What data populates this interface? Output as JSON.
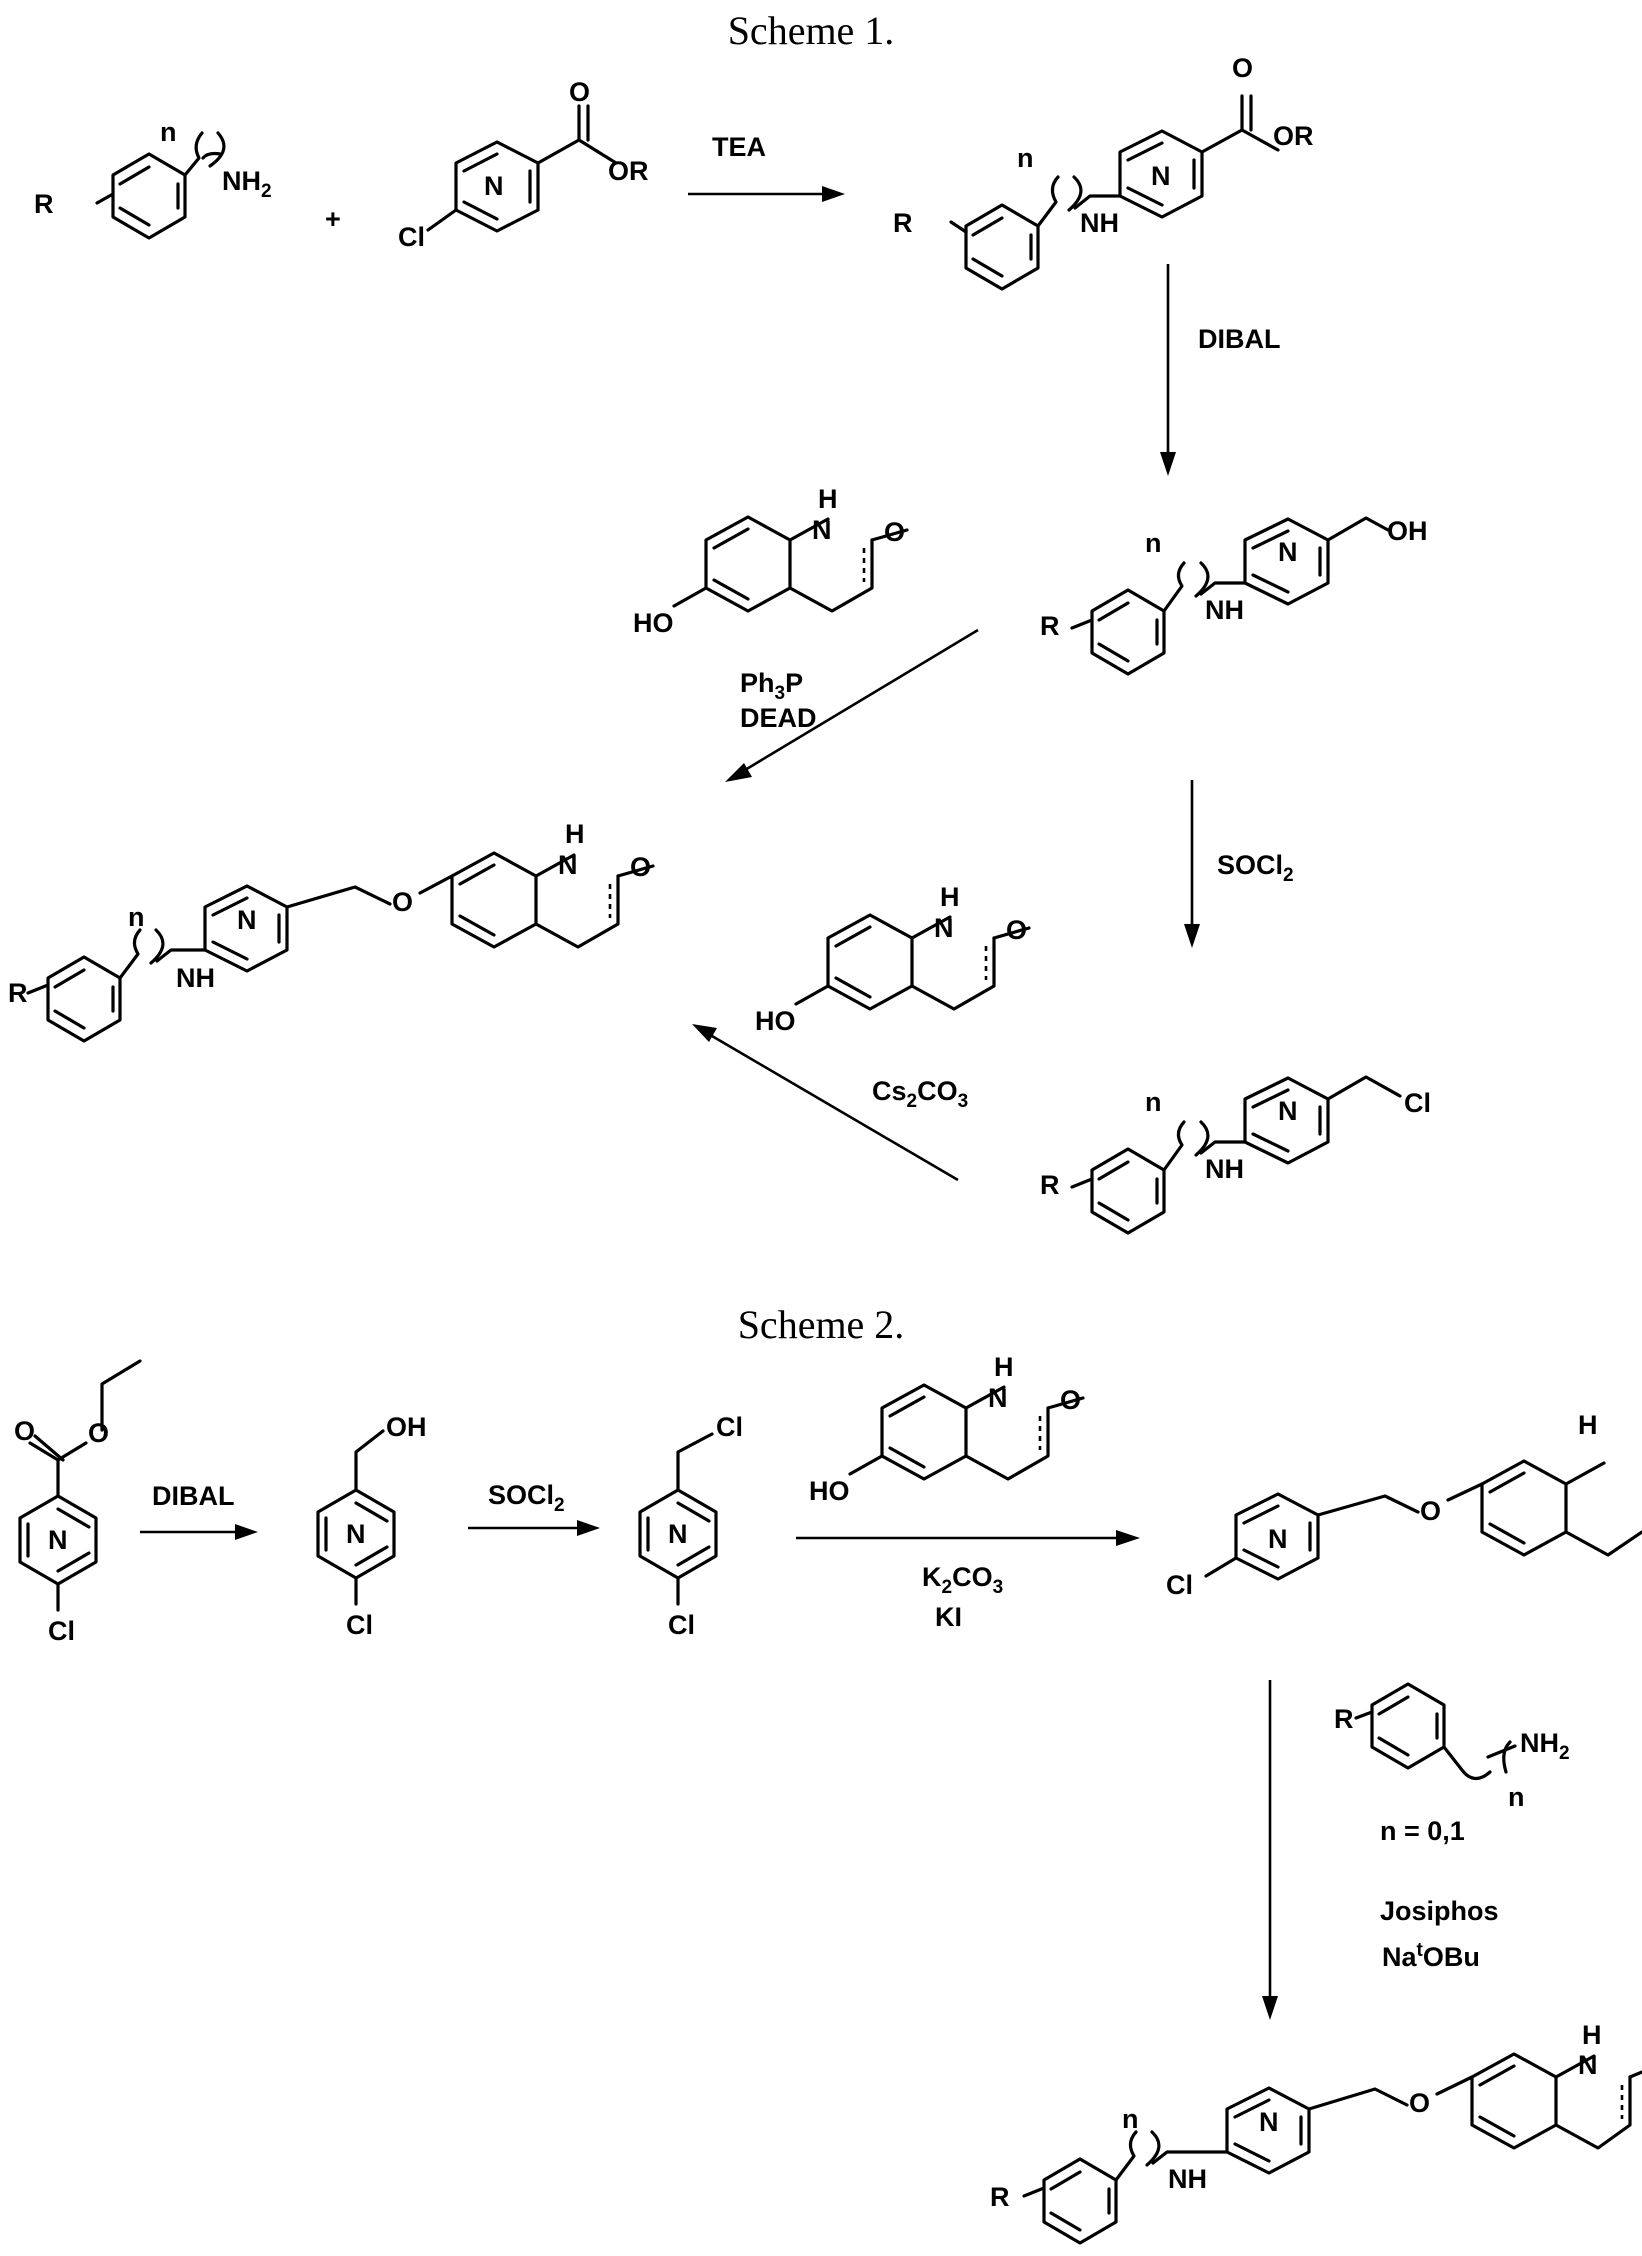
{
  "scheme1": {
    "title": "Scheme 1.",
    "reagents": {
      "tea": "TEA",
      "dibal": "DIBAL",
      "ph3p": [
        "Ph",
        "3",
        "P"
      ],
      "dead": "DEAD",
      "socl2": [
        "SOCl",
        "2"
      ],
      "cs2co3": [
        "Cs",
        "2",
        "CO",
        "3"
      ]
    }
  },
  "scheme2": {
    "title": "Scheme 2.",
    "reagents": {
      "dibal": "DIBAL",
      "socl2": [
        "SOCl",
        "2"
      ],
      "k2co3": [
        "K",
        "2",
        "CO",
        "3"
      ],
      "ki": "KI",
      "n_values": "n = 0,1",
      "josiphos": "Josiphos",
      "natobu": [
        "Na",
        "t",
        "OBu"
      ]
    }
  },
  "atoms": {
    "r": "R",
    "n": "n",
    "nh2": [
      "NH",
      "2"
    ],
    "cl": "Cl",
    "pyridine_n": "N",
    "o": "O",
    "or": "OR",
    "oh": "OH",
    "ho": "HO",
    "h": "H",
    "nh": "NH",
    "hn": "H N"
  }
}
